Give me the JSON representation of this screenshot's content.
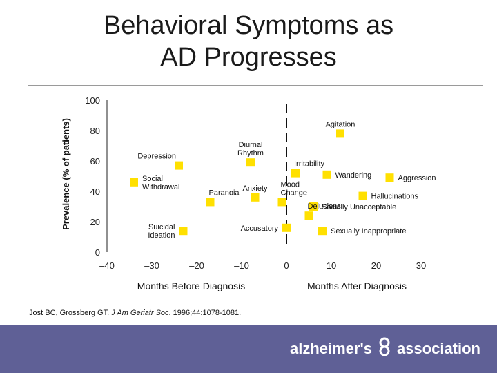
{
  "title_lines": [
    "Behavioral Symptoms as",
    "AD Progresses"
  ],
  "citation": {
    "prefix": "Jost BC, Grossberg GT. ",
    "journal": "J Am Geriatr Soc",
    "suffix": ". 1996;44:1078-1081."
  },
  "footer": {
    "brand_left": "alzheimer's",
    "brand_right": "association",
    "background": "#5f6096"
  },
  "chart_data": {
    "type": "scatter",
    "ylabel": "Prevalence (% of patients)",
    "xlabel_before": "Months Before Diagnosis",
    "xlabel_after": "Months After Diagnosis",
    "xlim": [
      -40,
      30
    ],
    "ylim": [
      0,
      100
    ],
    "xticks": [
      {
        "value": -40,
        "label": "–40"
      },
      {
        "value": -30,
        "label": "–30"
      },
      {
        "value": -20,
        "label": "–20"
      },
      {
        "value": -10,
        "label": "–10"
      },
      {
        "value": 0,
        "label": "0"
      },
      {
        "value": 10,
        "label": "10"
      },
      {
        "value": 20,
        "label": "20"
      },
      {
        "value": 30,
        "label": "30"
      }
    ],
    "yticks": [
      {
        "value": 0,
        "label": "0"
      },
      {
        "value": 20,
        "label": "20"
      },
      {
        "value": 40,
        "label": "40"
      },
      {
        "value": 60,
        "label": "60"
      },
      {
        "value": 80,
        "label": "80"
      },
      {
        "value": 100,
        "label": "100"
      }
    ],
    "diagnosis_line_x": 0,
    "marker_color": "#ffe000",
    "points": [
      {
        "label": [
          "Agitation"
        ],
        "x": 12,
        "y": 78,
        "label_pos": "above"
      },
      {
        "label": [
          "Diurnal",
          "Rhythm"
        ],
        "x": -8,
        "y": 59,
        "label_pos": "above"
      },
      {
        "label": [
          "Depression"
        ],
        "x": -24,
        "y": 57,
        "label_pos": "above-left"
      },
      {
        "label": [
          "Irritability"
        ],
        "x": 2,
        "y": 52,
        "label_pos": "above-right"
      },
      {
        "label": [
          "Wandering"
        ],
        "x": 9,
        "y": 51,
        "label_pos": "right"
      },
      {
        "label": [
          "Aggression"
        ],
        "x": 23,
        "y": 49,
        "label_pos": "right"
      },
      {
        "label": [
          "Social",
          "Withdrawal"
        ],
        "x": -34,
        "y": 46,
        "label_pos": "right"
      },
      {
        "label": [
          "Anxiety"
        ],
        "x": -7,
        "y": 36,
        "label_pos": "above"
      },
      {
        "label": [
          "Mood",
          "Change"
        ],
        "x": -1,
        "y": 33,
        "label_pos": "above-right"
      },
      {
        "label": [
          "Hallucinations"
        ],
        "x": 17,
        "y": 37,
        "label_pos": "right"
      },
      {
        "label": [
          "Paranoia"
        ],
        "x": -17,
        "y": 33,
        "label_pos": "above-right"
      },
      {
        "label": [
          "Socially Unacceptable"
        ],
        "x": 6,
        "y": 30,
        "label_pos": "right"
      },
      {
        "label": [
          "Delusions"
        ],
        "x": 5,
        "y": 24,
        "label_pos": "above-right"
      },
      {
        "label": [
          "Accusatory"
        ],
        "x": 0,
        "y": 16,
        "label_pos": "left"
      },
      {
        "label": [
          "Suicidal",
          "Ideation"
        ],
        "x": -23,
        "y": 14,
        "label_pos": "left"
      },
      {
        "label": [
          "Sexually Inappropriate"
        ],
        "x": 8,
        "y": 14,
        "label_pos": "right"
      }
    ]
  }
}
